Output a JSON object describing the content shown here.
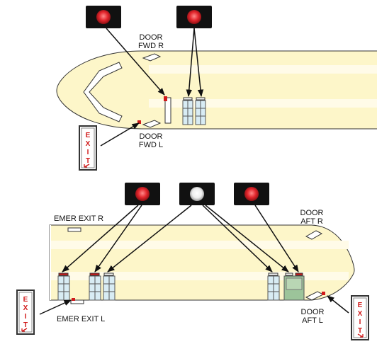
{
  "labels": {
    "door_fwd_r": [
      "DOOR",
      "FWD R"
    ],
    "door_fwd_l": [
      "DOOR",
      "FWD L"
    ],
    "emer_exit_r": "EMER EXIT R",
    "emer_exit_l": "EMER EXIT L",
    "door_aft_r": [
      "DOOR",
      "AFT R"
    ],
    "door_aft_l": [
      "DOOR",
      "AFT L"
    ]
  },
  "exit_sign": {
    "letters": [
      "E",
      "X",
      "I",
      "T"
    ]
  },
  "indicators": [
    {
      "name": "fwd-left-indicator",
      "state": "red"
    },
    {
      "name": "fwd-right-indicator",
      "state": "red"
    },
    {
      "name": "aft-left-indicator",
      "state": "red"
    },
    {
      "name": "aft-center-indicator",
      "state": "white"
    },
    {
      "name": "aft-right-indicator",
      "state": "red"
    }
  ],
  "colors": {
    "indicator_red": "#e3262d",
    "indicator_white": "#eeeeee",
    "cabin_stripe": "#fdf6c9",
    "exit_red": "#d11a1a",
    "seat_fill": "#d8ecf4",
    "seat_highlight": "#9cc49a"
  }
}
